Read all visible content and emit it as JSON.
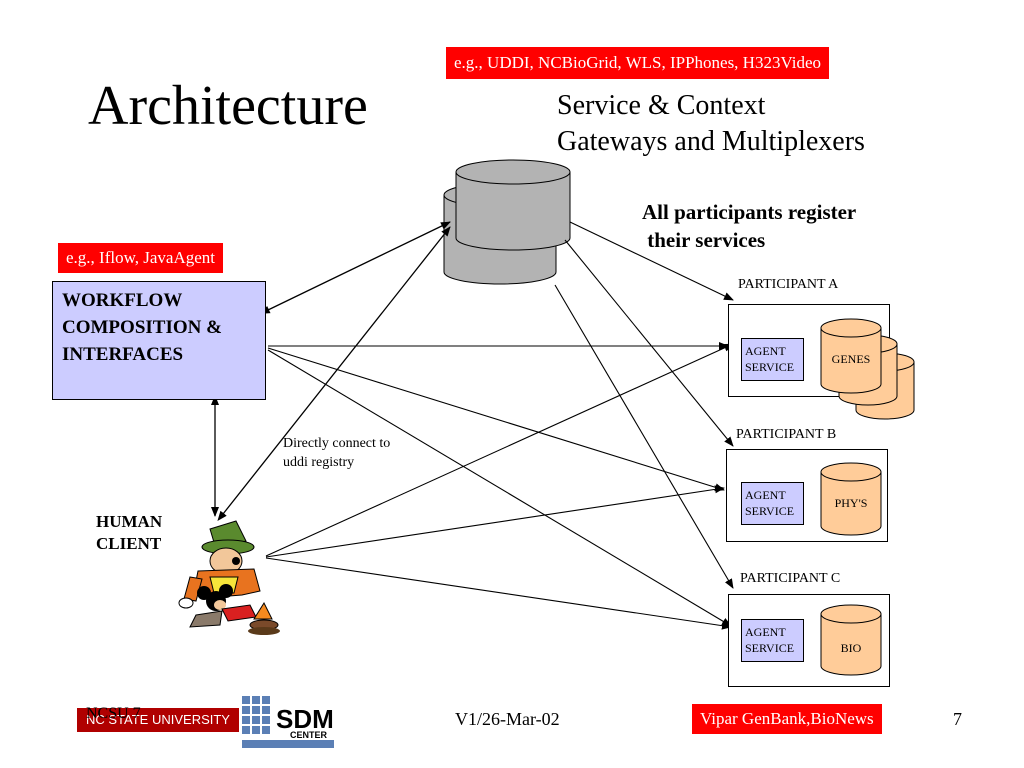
{
  "slide": {
    "title": "Architecture",
    "gateway_text": "Service & Context\nGateways and Multiplexers",
    "top_tag": "e.g., UDDI, NCBioGrid, WLS, IPPhones, H323Video",
    "left_tag": "e.g., Iflow, JavaAgent",
    "bottom_tag": "Vipar GenBank,BioNews",
    "register_note": "All participants register\n their services"
  },
  "workflow": {
    "label": "WORKFLOW\nCOMPOSITION &\nINTERFACES"
  },
  "human_client": {
    "label": "HUMAN\nCLIENT"
  },
  "direct_note": "Directly connect to\nuddi registry",
  "participants": [
    {
      "label": "PARTICIPANT A",
      "agent": "AGENT\nSERVICE",
      "db": "GENES"
    },
    {
      "label": "PARTICIPANT B",
      "agent": "AGENT\nSERVICE",
      "db": "PHY'S"
    },
    {
      "label": "PARTICIPANT C",
      "agent": "AGENT\nSERVICE",
      "db": "BIO"
    }
  ],
  "footer": {
    "date": "V1/26-Mar-02",
    "page": "7",
    "ncsu_logo": "NC STATE UNIVERSITY",
    "ncsu_overlay": "NCSU 7",
    "sdm_logo": "SDM",
    "sdm_sub": "CENTER"
  },
  "colors": {
    "tag_red": "#ff0000",
    "workflow_fill": "#ccccff",
    "cylinder_gray": "#b3b3b3",
    "cylinder_orange": "#ffcc99"
  }
}
